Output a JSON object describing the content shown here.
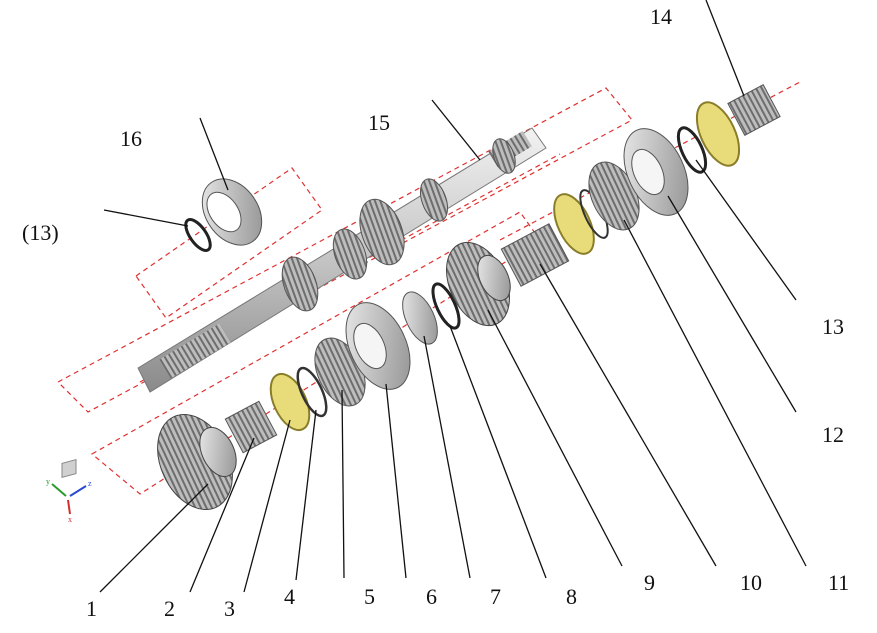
{
  "labels": {
    "l1": "1",
    "l2": "2",
    "l3": "3",
    "l4": "4",
    "l5": "5",
    "l6": "6",
    "l7": "7",
    "l8": "8",
    "l9": "9",
    "l10": "10",
    "l11": "11",
    "l12": "12",
    "l13": "13",
    "l13p": "(13)",
    "l14": "14",
    "l15": "15",
    "l16": "16"
  },
  "axis_triad": {
    "x": "x",
    "y": "y",
    "z": "z"
  },
  "colors": {
    "dashed": "#e03030",
    "metal": "#c9c9c9",
    "metal_dark": "#7a7a7a",
    "brass": "#e8dc7a",
    "leader": "#111111"
  }
}
